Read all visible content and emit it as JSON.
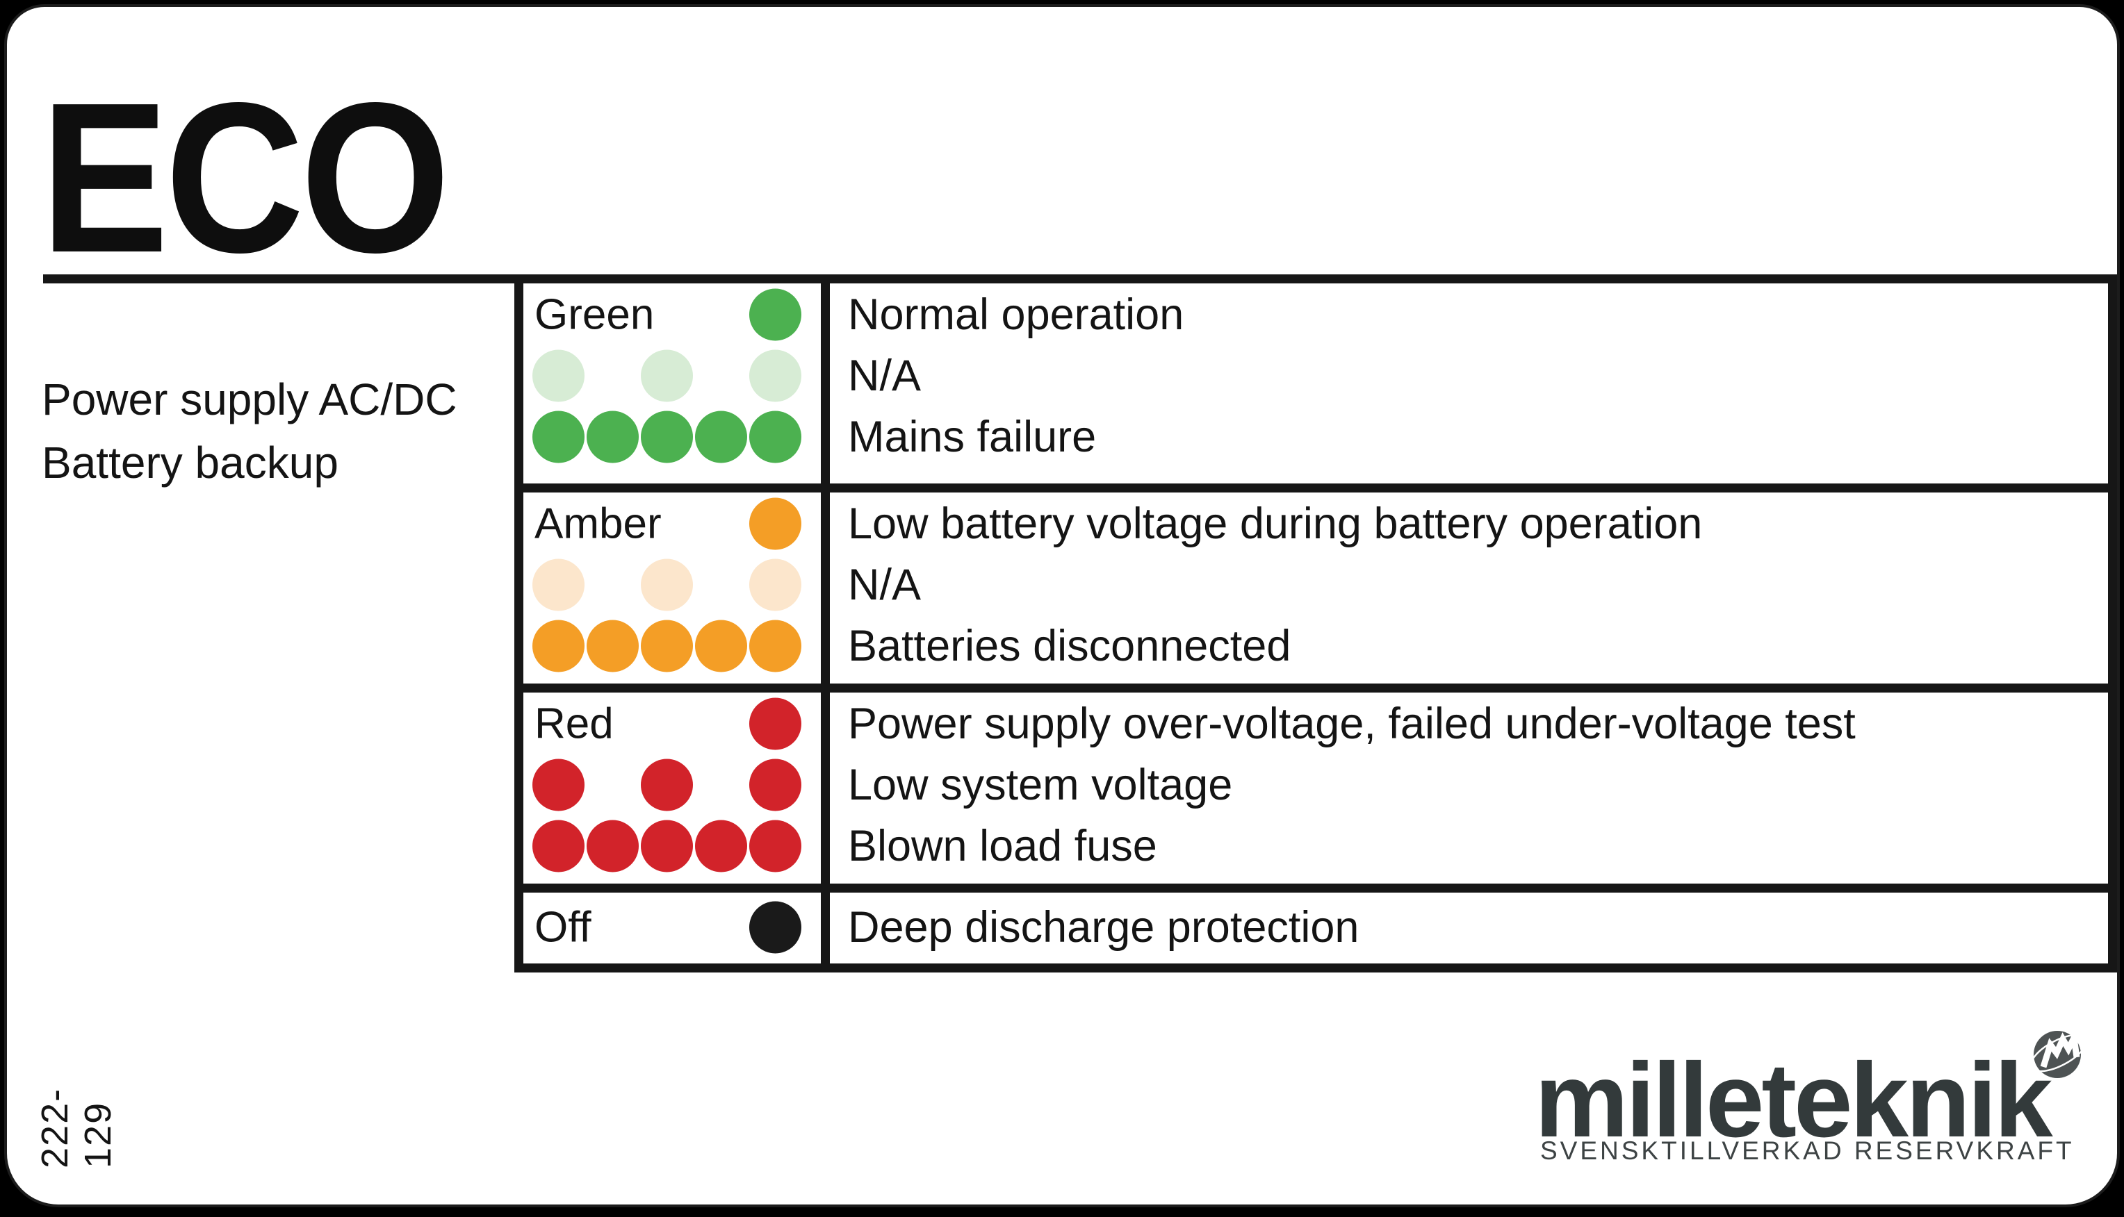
{
  "product": {
    "name": "ECO",
    "subtitle_line1": "Power supply AC/DC",
    "subtitle_line2": "Battery backup"
  },
  "part_number": "222-129",
  "colors": {
    "green": "#4CB150",
    "green_light": "#D7ECD5",
    "amber": "#F49E26",
    "amber_light": "#FCE6CC",
    "red": "#D2232A",
    "off_black": "#1A1A1A",
    "table_border": "#161616",
    "logo_dark": "#333A3B"
  },
  "led_table": {
    "rows": [
      {
        "color_name": "Green",
        "solid_color": "#4CB150",
        "dim_color": "#D7ECD5",
        "lines": [
          {
            "pattern": "steady",
            "positions": [
              5
            ],
            "shade": "solid",
            "meaning": "Normal operation"
          },
          {
            "pattern": "alternate",
            "positions": [
              1,
              3,
              5
            ],
            "shade": "dim",
            "meaning": "N/A"
          },
          {
            "pattern": "all-on",
            "positions": [
              1,
              2,
              3,
              4,
              5
            ],
            "shade": "solid",
            "meaning": "Mains failure"
          }
        ]
      },
      {
        "color_name": "Amber",
        "solid_color": "#F49E26",
        "dim_color": "#FCE6CC",
        "lines": [
          {
            "pattern": "steady",
            "positions": [
              5
            ],
            "shade": "solid",
            "meaning": "Low battery voltage during battery operation"
          },
          {
            "pattern": "alternate",
            "positions": [
              1,
              3,
              5
            ],
            "shade": "dim",
            "meaning": "N/A"
          },
          {
            "pattern": "all-on",
            "positions": [
              1,
              2,
              3,
              4,
              5
            ],
            "shade": "solid",
            "meaning": "Batteries disconnected"
          }
        ]
      },
      {
        "color_name": "Red",
        "solid_color": "#D2232A",
        "dim_color": "#D2232A",
        "lines": [
          {
            "pattern": "steady",
            "positions": [
              5
            ],
            "shade": "solid",
            "meaning": "Power supply over-voltage, failed under-voltage test"
          },
          {
            "pattern": "alternate",
            "positions": [
              1,
              3,
              5
            ],
            "shade": "solid",
            "meaning": "Low system voltage"
          },
          {
            "pattern": "all-on",
            "positions": [
              1,
              2,
              3,
              4,
              5
            ],
            "shade": "solid",
            "meaning": "Blown load fuse"
          }
        ]
      }
    ],
    "off_row": {
      "color_name": "Off",
      "solid_color": "#1A1A1A",
      "lines": [
        {
          "pattern": "off",
          "positions": [
            5
          ],
          "shade": "solid",
          "meaning": "Deep discharge protection"
        }
      ]
    }
  },
  "logo": {
    "brand": "milleteknik",
    "tagline": "SVENSKTILLVERKAD RESERVKRAFT",
    "mark": "zigzag-m-circle-icon"
  }
}
